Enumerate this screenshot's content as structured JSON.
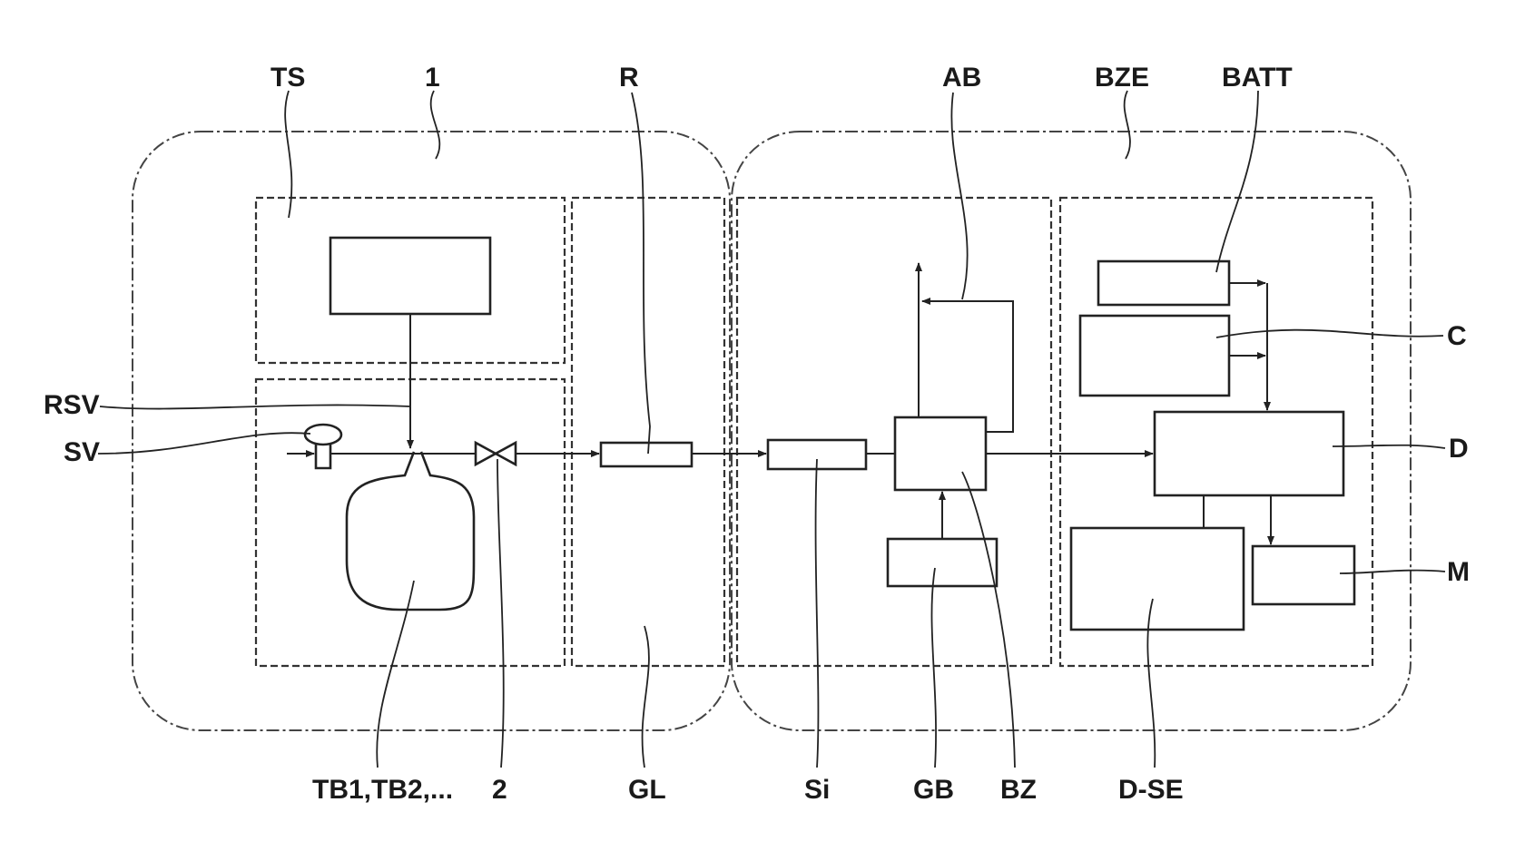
{
  "diagram": {
    "labels": {
      "ts": "TS",
      "one": "1",
      "r": "R",
      "ab": "AB",
      "bze": "BZE",
      "batt": "BATT",
      "rsv": "RSV",
      "sv": "SV",
      "c": "C",
      "d": "D",
      "m": "M",
      "tb": "TB1,TB2,...",
      "two": "2",
      "gl": "GL",
      "si": "Si",
      "gb": "GB",
      "bz": "BZ",
      "dse": "D-SE"
    }
  }
}
